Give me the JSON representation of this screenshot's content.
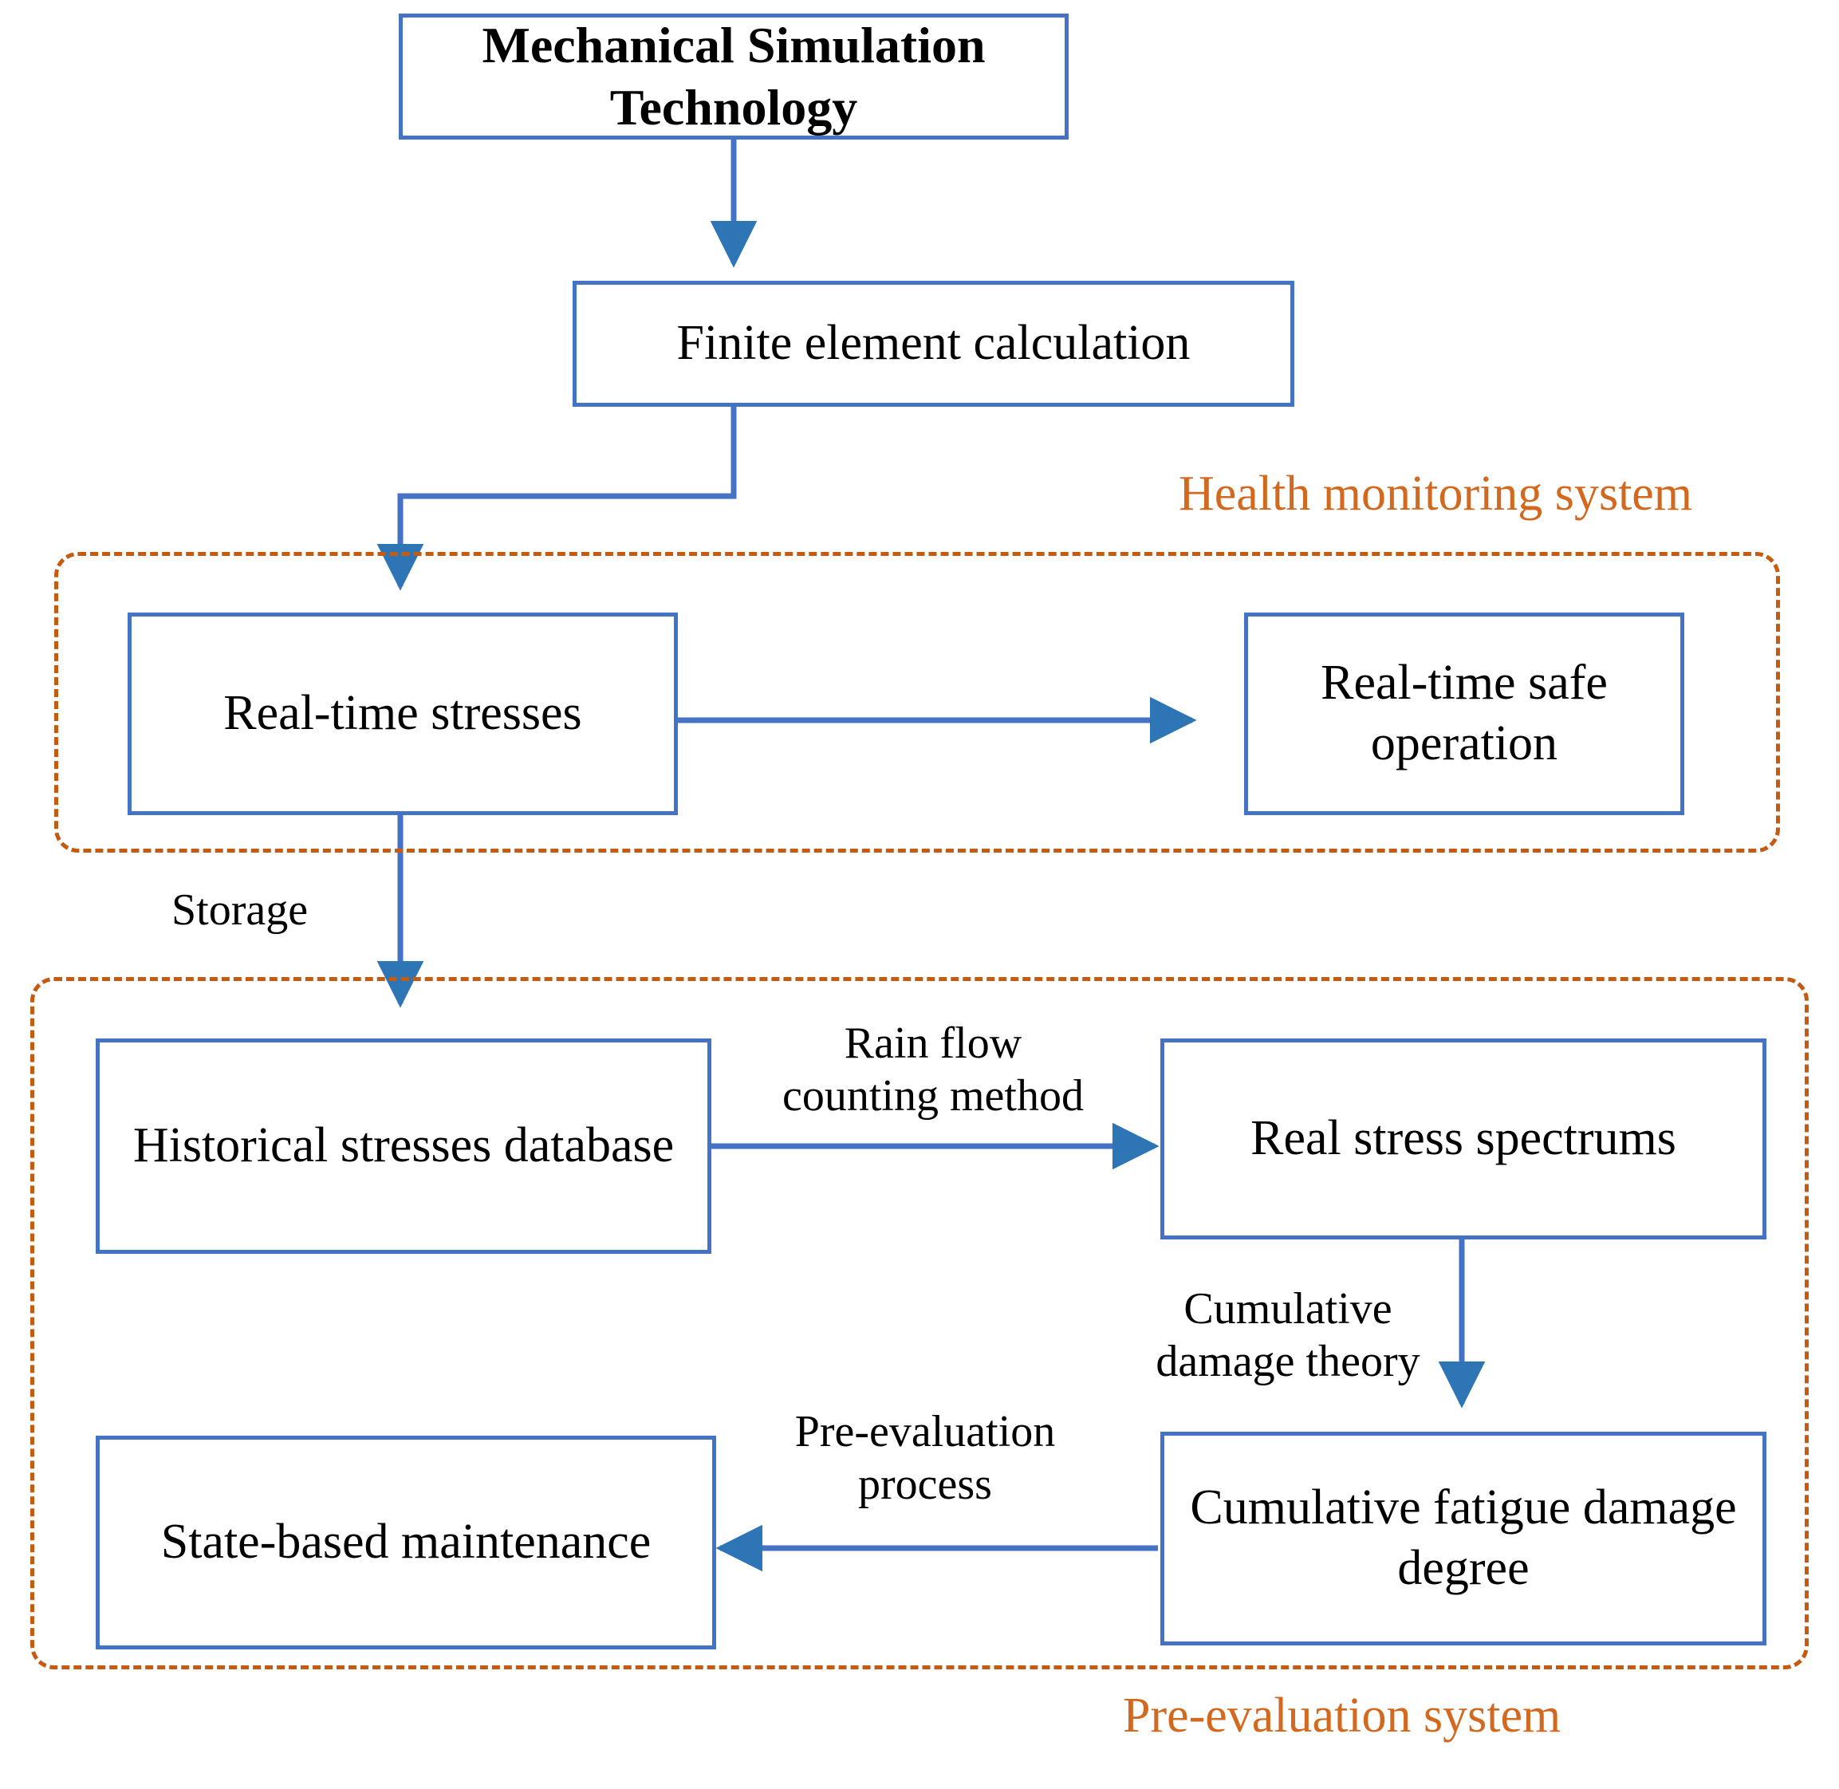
{
  "diagram": {
    "title": "Mechanical Simulation Technology",
    "colors": {
      "box_border": "#4472C4",
      "arrow": "#4472C4",
      "group_border": "#C55A11",
      "group_label": "#D2691E",
      "text": "#000000",
      "background": "#FFFFFF"
    },
    "nodes": [
      {
        "id": "mechanical-simulation-technology",
        "label": "Mechanical Simulation Technology",
        "bold": true
      },
      {
        "id": "finite-element-calculation",
        "label": "Finite element calculation",
        "bold": false
      },
      {
        "id": "real-time-stresses",
        "label": "Real-time stresses",
        "bold": false
      },
      {
        "id": "real-time-safe-operation",
        "label": "Real-time safe\noperation",
        "bold": false
      },
      {
        "id": "historical-stresses-database",
        "label": "Historical stresses\ndatabase",
        "bold": false
      },
      {
        "id": "real-stress-spectrums",
        "label": "Real stress spectrums",
        "bold": false
      },
      {
        "id": "cumulative-fatigue-damage-degree",
        "label": "Cumulative fatigue\ndamage degree",
        "bold": false
      },
      {
        "id": "state-based-maintenance",
        "label": "State-based\nmaintenance",
        "bold": false
      }
    ],
    "groups": [
      {
        "id": "health-monitoring-system",
        "label": "Health monitoring system"
      },
      {
        "id": "pre-evaluation-system",
        "label": "Pre-evaluation system"
      }
    ],
    "edge_labels": [
      {
        "id": "storage",
        "label": "Storage"
      },
      {
        "id": "rain-flow-counting-method",
        "label": "Rain flow\ncounting method"
      },
      {
        "id": "cumulative-damage-theory",
        "label": "Cumulative\ndamage theory"
      },
      {
        "id": "pre-evaluation-process",
        "label": "Pre-evaluation\nprocess"
      }
    ],
    "edges": [
      {
        "from": "mechanical-simulation-technology",
        "to": "finite-element-calculation",
        "label": ""
      },
      {
        "from": "finite-element-calculation",
        "to": "real-time-stresses",
        "label": ""
      },
      {
        "from": "real-time-stresses",
        "to": "real-time-safe-operation",
        "label": ""
      },
      {
        "from": "real-time-stresses",
        "to": "historical-stresses-database",
        "label": "Storage"
      },
      {
        "from": "historical-stresses-database",
        "to": "real-stress-spectrums",
        "label": "Rain flow counting method"
      },
      {
        "from": "real-stress-spectrums",
        "to": "cumulative-fatigue-damage-degree",
        "label": "Cumulative damage theory"
      },
      {
        "from": "cumulative-fatigue-damage-degree",
        "to": "state-based-maintenance",
        "label": "Pre-evaluation process"
      }
    ]
  }
}
